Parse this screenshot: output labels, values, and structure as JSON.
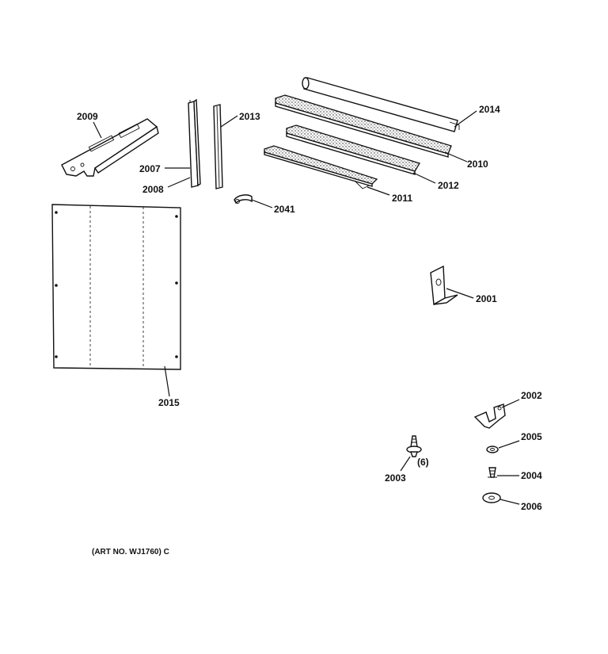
{
  "callouts": {
    "p2009": "2009",
    "p2007": "2007",
    "p2008": "2008",
    "p2013": "2013",
    "p2014": "2014",
    "p2010": "2010",
    "p2012": "2012",
    "p2011": "2011",
    "p2041": "2041",
    "p2001": "2001",
    "p2015": "2015",
    "p2002": "2002",
    "p2005": "2005",
    "p2004": "2004",
    "p2006": "2006",
    "p2003": "2003",
    "qty2003": "(6)"
  },
  "caption": "(ART NO. WJ1760) C"
}
